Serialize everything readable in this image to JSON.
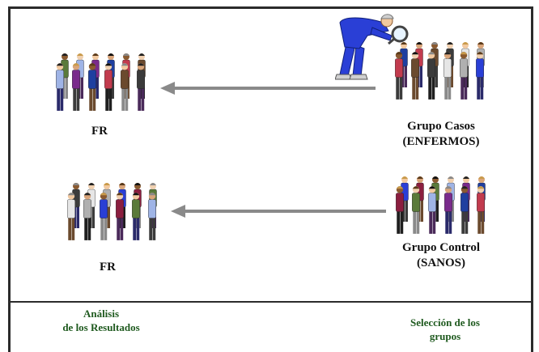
{
  "top_row": {
    "left_label": "FR",
    "right_label_line1": "Grupo Casos",
    "right_label_line2": "(ENFERMOS)"
  },
  "bottom_row": {
    "left_label": "FR",
    "right_label_line1": "Grupo Control",
    "right_label_line2": "(SANOS)"
  },
  "footer": {
    "left_line1": "Análisis",
    "left_line2": "de los Resultados",
    "right_line1": "Selección de los",
    "right_line2": "grupos"
  },
  "colors": {
    "arrow": "#8a8a8a",
    "footer_text": "#1f5a1f",
    "border": "#2b2b2b",
    "investigator": "#2a3fd6"
  },
  "icons": [
    "people-group-icon",
    "investigator-magnifier-icon",
    "arrow-left-icon"
  ]
}
